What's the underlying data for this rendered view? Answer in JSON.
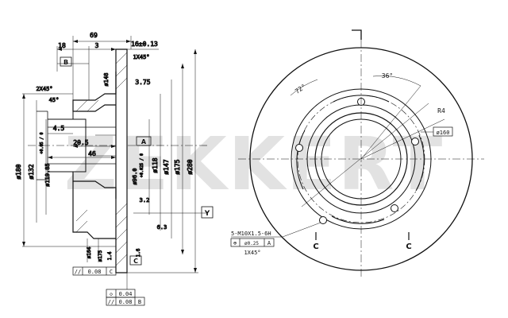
{
  "watermark": {
    "text": "ZEKKERT",
    "color": "#e2e2e2"
  },
  "section_view": {
    "dims": {
      "d69": "69",
      "d18": "18",
      "d3": "3",
      "d16": "16±0.13",
      "chamfer_top": "1X45°",
      "chamfer_left": "2X45°",
      "angle45": "45°",
      "d148": "ø148",
      "d375": "3.75",
      "d45": "4.5",
      "d205": "20.5",
      "d46": "46",
      "d180": "ø180",
      "d132": "ø132",
      "d11985": "ø119.85",
      "tol_11985": "+0.05 / 0",
      "d960": "ø96.0",
      "tol_960": "+0.025 / 0",
      "d118": "ø118",
      "d147": "ø147",
      "d175": "ø175",
      "d280": "ø280",
      "d32": "3.2",
      "d63": "6.3",
      "d164": "ø164",
      "d175b": "ø175",
      "d14": "1.4",
      "d16b": "1.6"
    },
    "datum_a": "A",
    "datum_b": "B",
    "datum_c": "C",
    "datum_y": "Y",
    "gdt1": {
      "sym": "//",
      "tol": "0.08",
      "ref": "C"
    },
    "gdt2": {
      "sym": "◇",
      "tol": "0.04",
      "ref": ""
    },
    "gdt3": {
      "sym": "//",
      "tol": "0.08",
      "ref": "B"
    }
  },
  "front_view": {
    "angle36": "36°",
    "angle72": "72°",
    "r4": "R4",
    "d160": "ø160",
    "holes": "5-M10X1.5-6H",
    "pos_sym": "⊕",
    "pos_tol": "ø0.25",
    "pos_ref": "A",
    "chamfer": "1X45°",
    "section_c_left": "C",
    "section_c_right": "C"
  }
}
